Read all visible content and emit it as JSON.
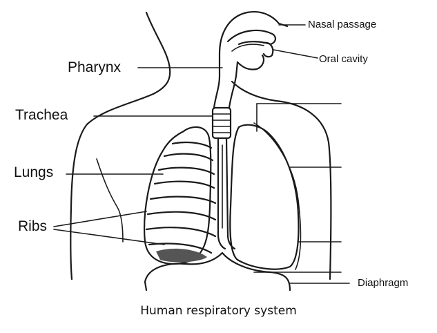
{
  "labels": {
    "nasal_passage": "Nasal passage",
    "oral_cavity": "Oral cavity",
    "pharynx": "Pharynx",
    "trachea": "Trachea",
    "lungs": "Lungs",
    "ribs": "Ribs",
    "diaphragm": "Diaphragm"
  },
  "caption": "Human respiratory system"
}
